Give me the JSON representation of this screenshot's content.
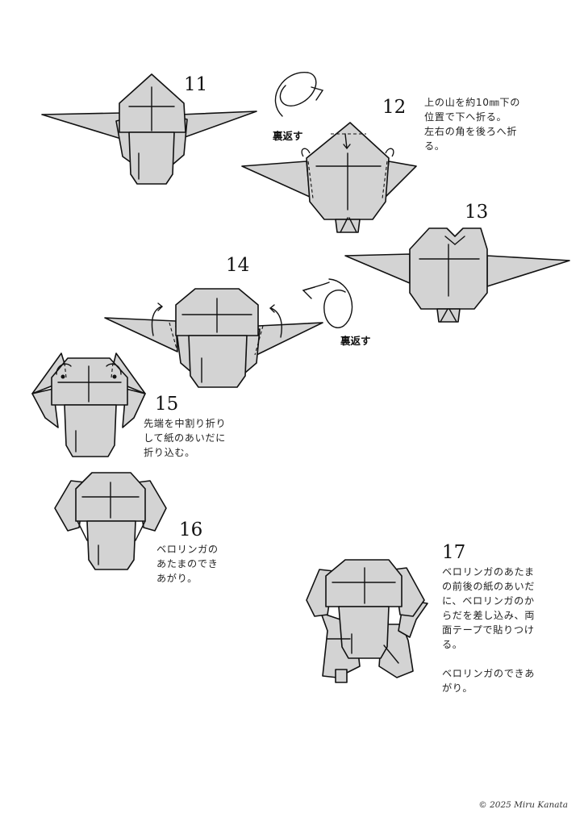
{
  "steps": {
    "s11": {
      "number": "11"
    },
    "s12": {
      "number": "12",
      "text": "上の山を約10㎜下の\n位置で下へ折る。\n左右の角を後ろへ折\nる。"
    },
    "s13": {
      "number": "13"
    },
    "s14": {
      "number": "14"
    },
    "s15": {
      "number": "15",
      "text": "先端を中割り折り\nして紙のあいだに\n折り込む。"
    },
    "s16": {
      "number": "16",
      "text": "ベロリンガの\nあたまのでき\nあがり。"
    },
    "s17": {
      "number": "17",
      "text": "ベロリンガのあたま\nの前後の紙のあいだ\nに、ベロリンガのか\nらだを差し込み、両\n面テープで貼りつけ\nる。\n\nベロリンガのできあ\nがり。"
    }
  },
  "flip_labels": {
    "first": "裏返す",
    "second": "裏返す"
  },
  "copyright": "© 2025 Miru Kanata",
  "colors": {
    "paper": "#d3d3d3",
    "outline": "#111111",
    "background": "#ffffff"
  },
  "icons": {
    "flip": "flip-over-arrow-icon",
    "fold_back": "fold-back-arrow-icon",
    "fold": "fold-arrow-icon"
  }
}
